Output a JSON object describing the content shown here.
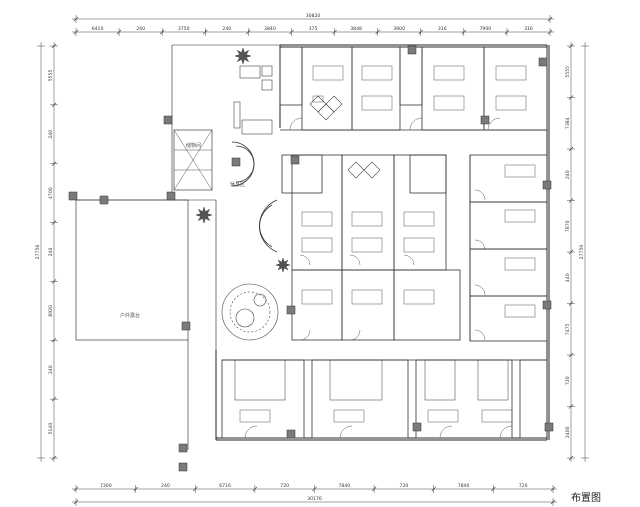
{
  "drawing": {
    "title": "布置图"
  },
  "dimensions": {
    "top_total": "30820",
    "top_segments": [
      "6410",
      "240",
      "3750",
      "240",
      "3840",
      "375",
      "3848",
      "3900",
      "316",
      "7900",
      "316"
    ],
    "bottom_total": "30176",
    "bottom_segments": [
      "7300",
      "240",
      "6716",
      "720",
      "7840",
      "720",
      "7840",
      "720"
    ],
    "left_total": "27756",
    "left_segments": [
      "5555",
      "240",
      "4700",
      "240",
      "8920",
      "240",
      "5140"
    ],
    "right_total": "27750",
    "right_segments": [
      "5555",
      "7384",
      "240",
      "7870",
      "440",
      "7475",
      "720",
      "2400"
    ]
  },
  "room_labels": {
    "storage": "储物间",
    "corridor": "休息区",
    "terrace": "户外露台"
  },
  "colors": {
    "line": "#444444",
    "wall": "#222222",
    "column_fill": "#7a7a7a",
    "plant": "#555555"
  }
}
